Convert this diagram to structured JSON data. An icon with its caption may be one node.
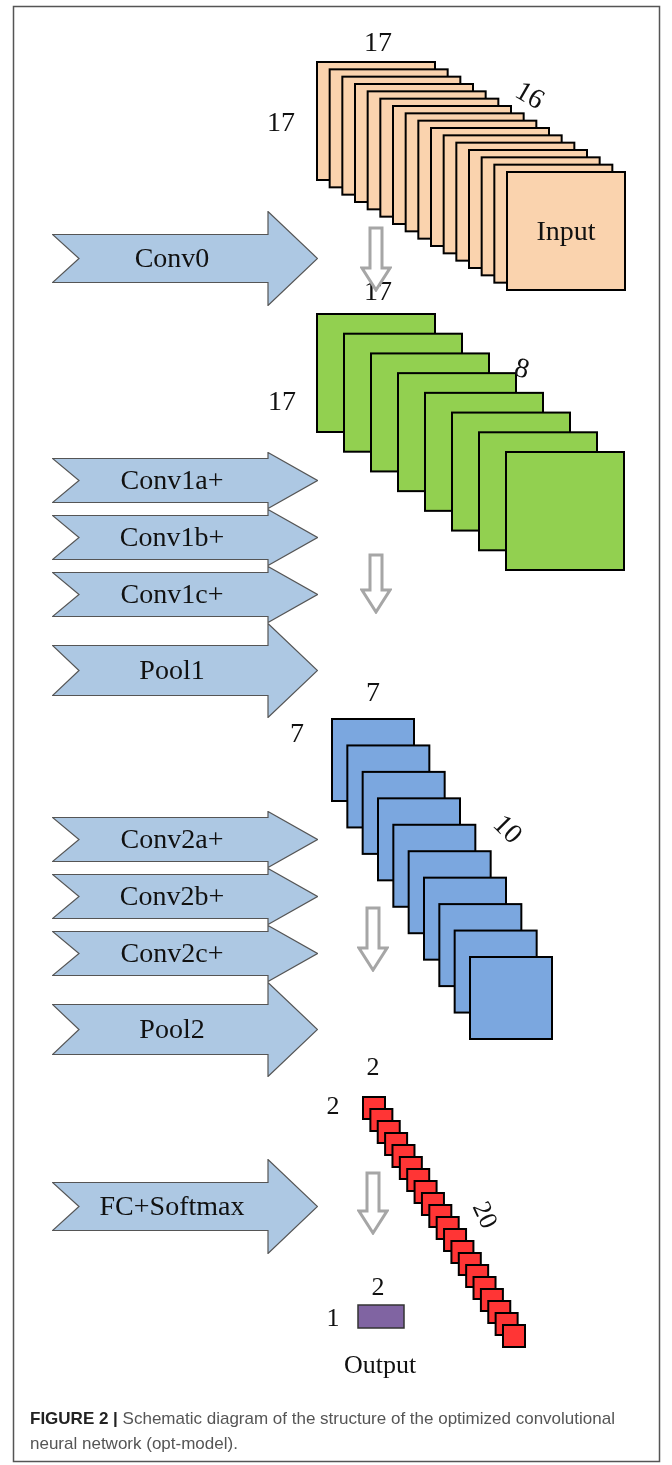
{
  "diagram": {
    "caption": "**FIGURE 2 |** Schematic diagram of the structure of the optimized convolutional neural network (opt-model).",
    "nodes": [
      {
        "text": [
          "Conv0"
        ]
      },
      {
        "text": [
          "Input"
        ]
      },
      {
        "text": [],
        "shape": "box"
      },
      {
        "text": [
          "Conv1a+"
        ]
      },
      {
        "text": [
          "Conv1b+"
        ]
      },
      {
        "text": [
          "Conv1c+"
        ]
      },
      {
        "text": [
          "Pool1"
        ]
      },
      {
        "text": [],
        "shape": "box"
      },
      {
        "text": [
          "Conv2a+"
        ]
      },
      {
        "text": [
          "Conv2b+"
        ]
      },
      {
        "text": [
          "Conv2c+"
        ]
      },
      {
        "text": [
          "Pool2"
        ]
      },
      {
        "text": [],
        "shape": "box"
      },
      {
        "text": [
          "FC+Softmax"
        ]
      },
      {
        "text": [
          "Output"
        ]
      }
    ],
    "labels": [
      "17",
      "17",
      "16",
      "17",
      "17",
      "8",
      "7",
      "7",
      "10",
      "2",
      "2",
      "20",
      "2",
      "1"
    ]
  }
}
